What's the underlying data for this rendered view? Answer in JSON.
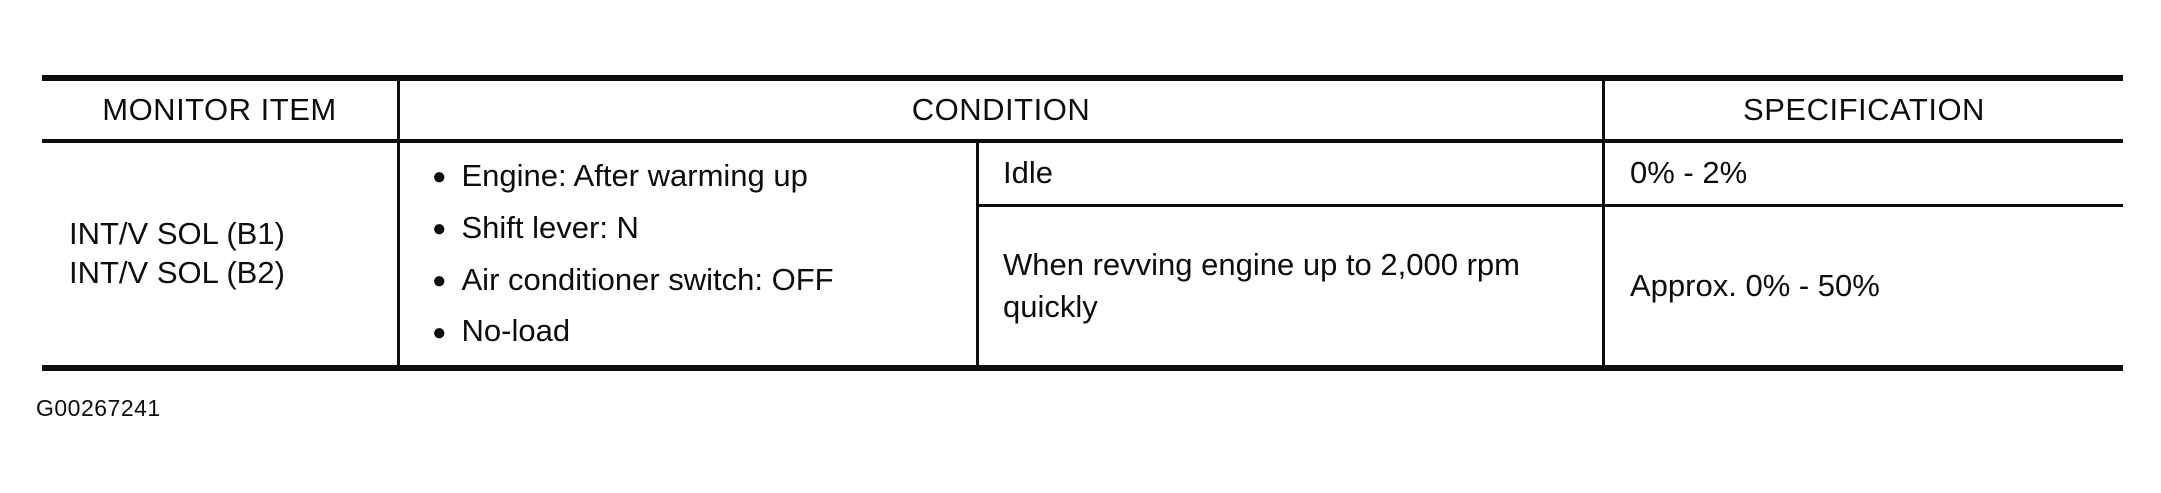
{
  "document": {
    "figure_id": "G00267241"
  },
  "colors": {
    "ink": "#0d0d0d",
    "paper": "#ffffff"
  },
  "table": {
    "headers": {
      "monitor_item": "MONITOR ITEM",
      "condition": "CONDITION",
      "specification": "SPECIFICATION"
    },
    "row": {
      "monitor_item_lines": [
        "INT/V SOL (B1)",
        "INT/V SOL (B2)"
      ],
      "conditions": {
        "bullet_glyph": "●",
        "items": [
          "Engine: After warming up",
          "Shift lever: N",
          "Air conditioner switch: OFF",
          "No-load"
        ]
      },
      "sub_rows": [
        {
          "condition": "Idle",
          "specification": "0% - 2%"
        },
        {
          "condition": "When revving engine up to 2,000 rpm quickly",
          "specification": "Approx. 0% - 50%"
        }
      ]
    }
  }
}
